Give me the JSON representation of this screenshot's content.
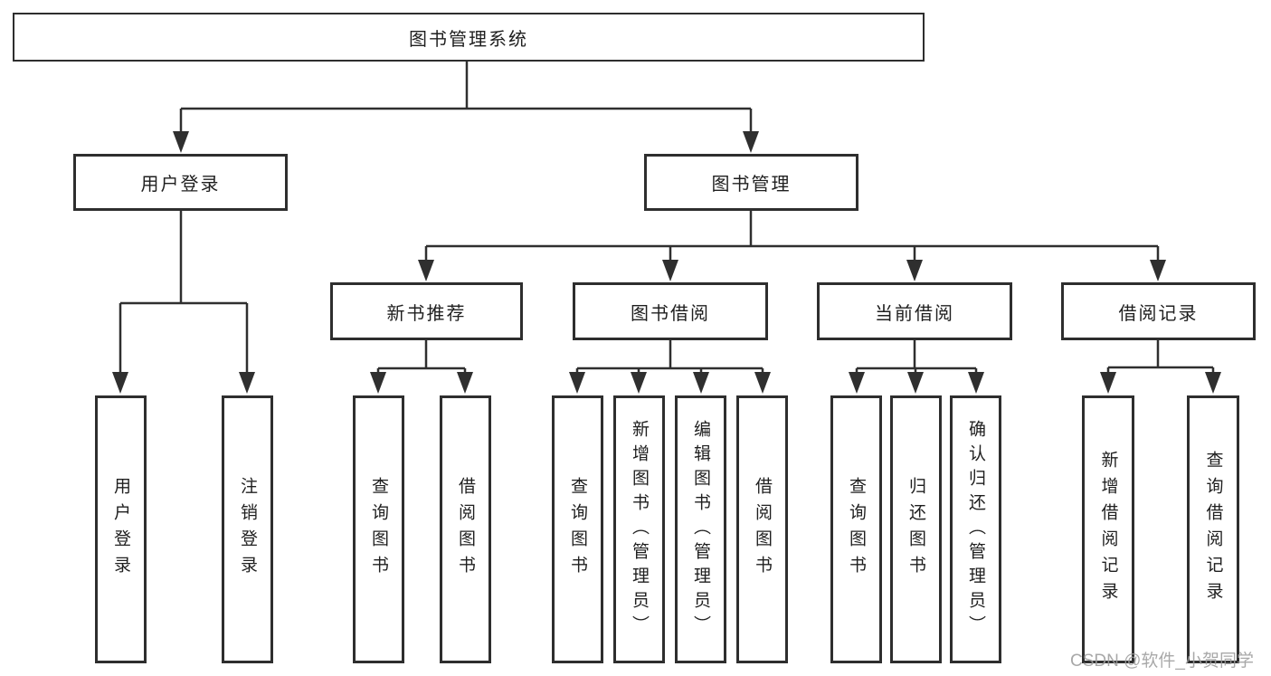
{
  "tree": {
    "label": "图书管理系统",
    "children": [
      {
        "label": "用户登录",
        "children": [
          {
            "label": "用户登录"
          },
          {
            "label": "注销登录"
          }
        ]
      },
      {
        "label": "图书管理",
        "children": [
          {
            "label": "新书推荐",
            "children": [
              {
                "label": "查询图书"
              },
              {
                "label": "借阅图书"
              }
            ]
          },
          {
            "label": "图书借阅",
            "children": [
              {
                "label": "查询图书"
              },
              {
                "label": "新增图书（管理员）"
              },
              {
                "label": "编辑图书（管理员）"
              },
              {
                "label": "借阅图书"
              }
            ]
          },
          {
            "label": "当前借阅",
            "children": [
              {
                "label": "查询图书"
              },
              {
                "label": "归还图书"
              },
              {
                "label": "确认归还（管理员）"
              }
            ]
          },
          {
            "label": "借阅记录",
            "children": [
              {
                "label": "新增借阅记录"
              },
              {
                "label": "查询借阅记录"
              }
            ]
          }
        ]
      }
    ]
  },
  "watermark": {
    "text": "CSDN @软件_小贺同学"
  },
  "colors": {
    "line": "#2f2f2f",
    "box_border": "#2e2e2e",
    "text": "#1f1f1f",
    "watermark": "#9d9d9d",
    "background": "#ffffff"
  }
}
